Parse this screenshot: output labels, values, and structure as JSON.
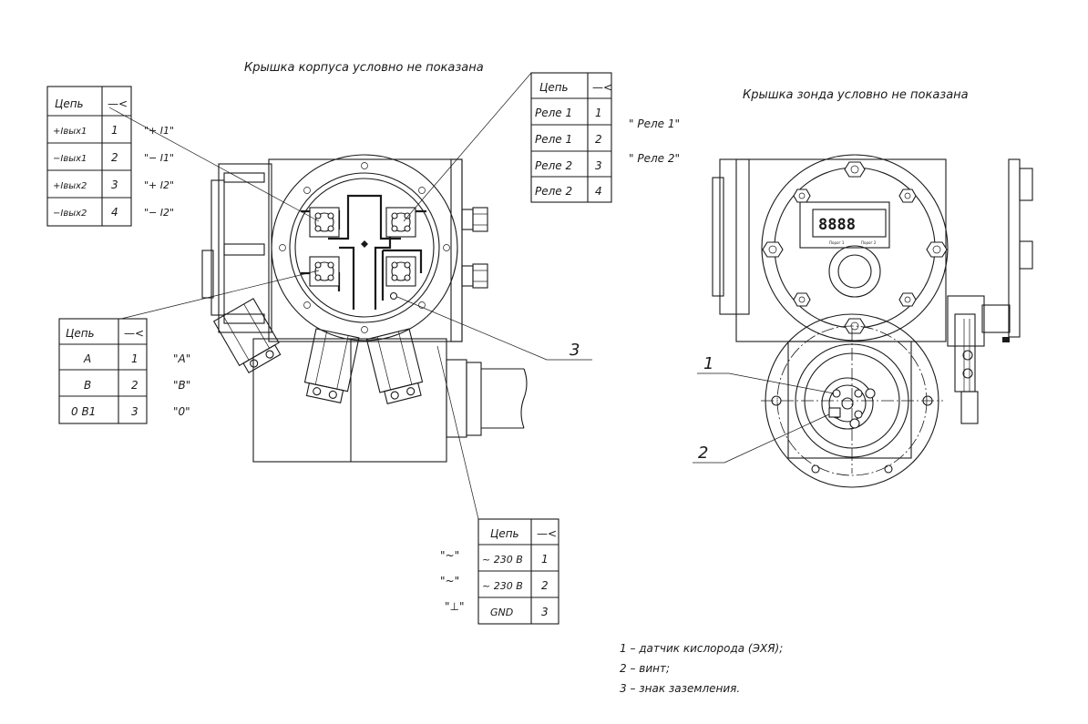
{
  "notes": {
    "housing_cover": "Крышка корпуса условно не показана",
    "probe_cover": "Крышка зонда условно не показана"
  },
  "table_outputs": {
    "header": [
      "Цепь",
      "—<"
    ],
    "rows": [
      {
        "circuit": "+Iвых1",
        "pin": "1",
        "label": "\"+ I1\""
      },
      {
        "circuit": "−Iвых1",
        "pin": "2",
        "label": "\"− I1\""
      },
      {
        "circuit": "+Iвых2",
        "pin": "3",
        "label": "\"+ I2\""
      },
      {
        "circuit": "−Iвых2",
        "pin": "4",
        "label": "\"− I2\""
      }
    ]
  },
  "table_relay": {
    "header": [
      "Цепь",
      "—<"
    ],
    "rows": [
      {
        "circuit": "Реле 1",
        "pin": "1"
      },
      {
        "circuit": "Реле 1",
        "pin": "2"
      },
      {
        "circuit": "Реле 2",
        "pin": "3"
      },
      {
        "circuit": "Реле 2",
        "pin": "4"
      }
    ],
    "labels": [
      "\" Реле 1\"",
      "\" Реле 2\""
    ]
  },
  "table_rs485": {
    "header": [
      "Цепь",
      "—<"
    ],
    "rows": [
      {
        "circuit": "A",
        "pin": "1",
        "label": "\"A\""
      },
      {
        "circuit": "B",
        "pin": "2",
        "label": "\"B\""
      },
      {
        "circuit": "0 B1",
        "pin": "3",
        "label": "\"0\""
      }
    ]
  },
  "table_power": {
    "header": [
      "Цепь",
      "—<"
    ],
    "rows": [
      {
        "circuit": "~ 230 В",
        "pin": "1",
        "label": "\"~\""
      },
      {
        "circuit": "~ 230 В",
        "pin": "2",
        "label": "\"~\""
      },
      {
        "circuit": "GND",
        "pin": "3",
        "label": "\"⊥\""
      }
    ]
  },
  "callouts": [
    "1",
    "2",
    "3"
  ],
  "legend": [
    "1 – датчик кислорода (ЭХЯ);",
    "2 – винт;",
    "3 – знак заземления."
  ],
  "display": {
    "digits": "8888",
    "relay_labels": [
      "Порог 1",
      "Порог 2"
    ]
  }
}
